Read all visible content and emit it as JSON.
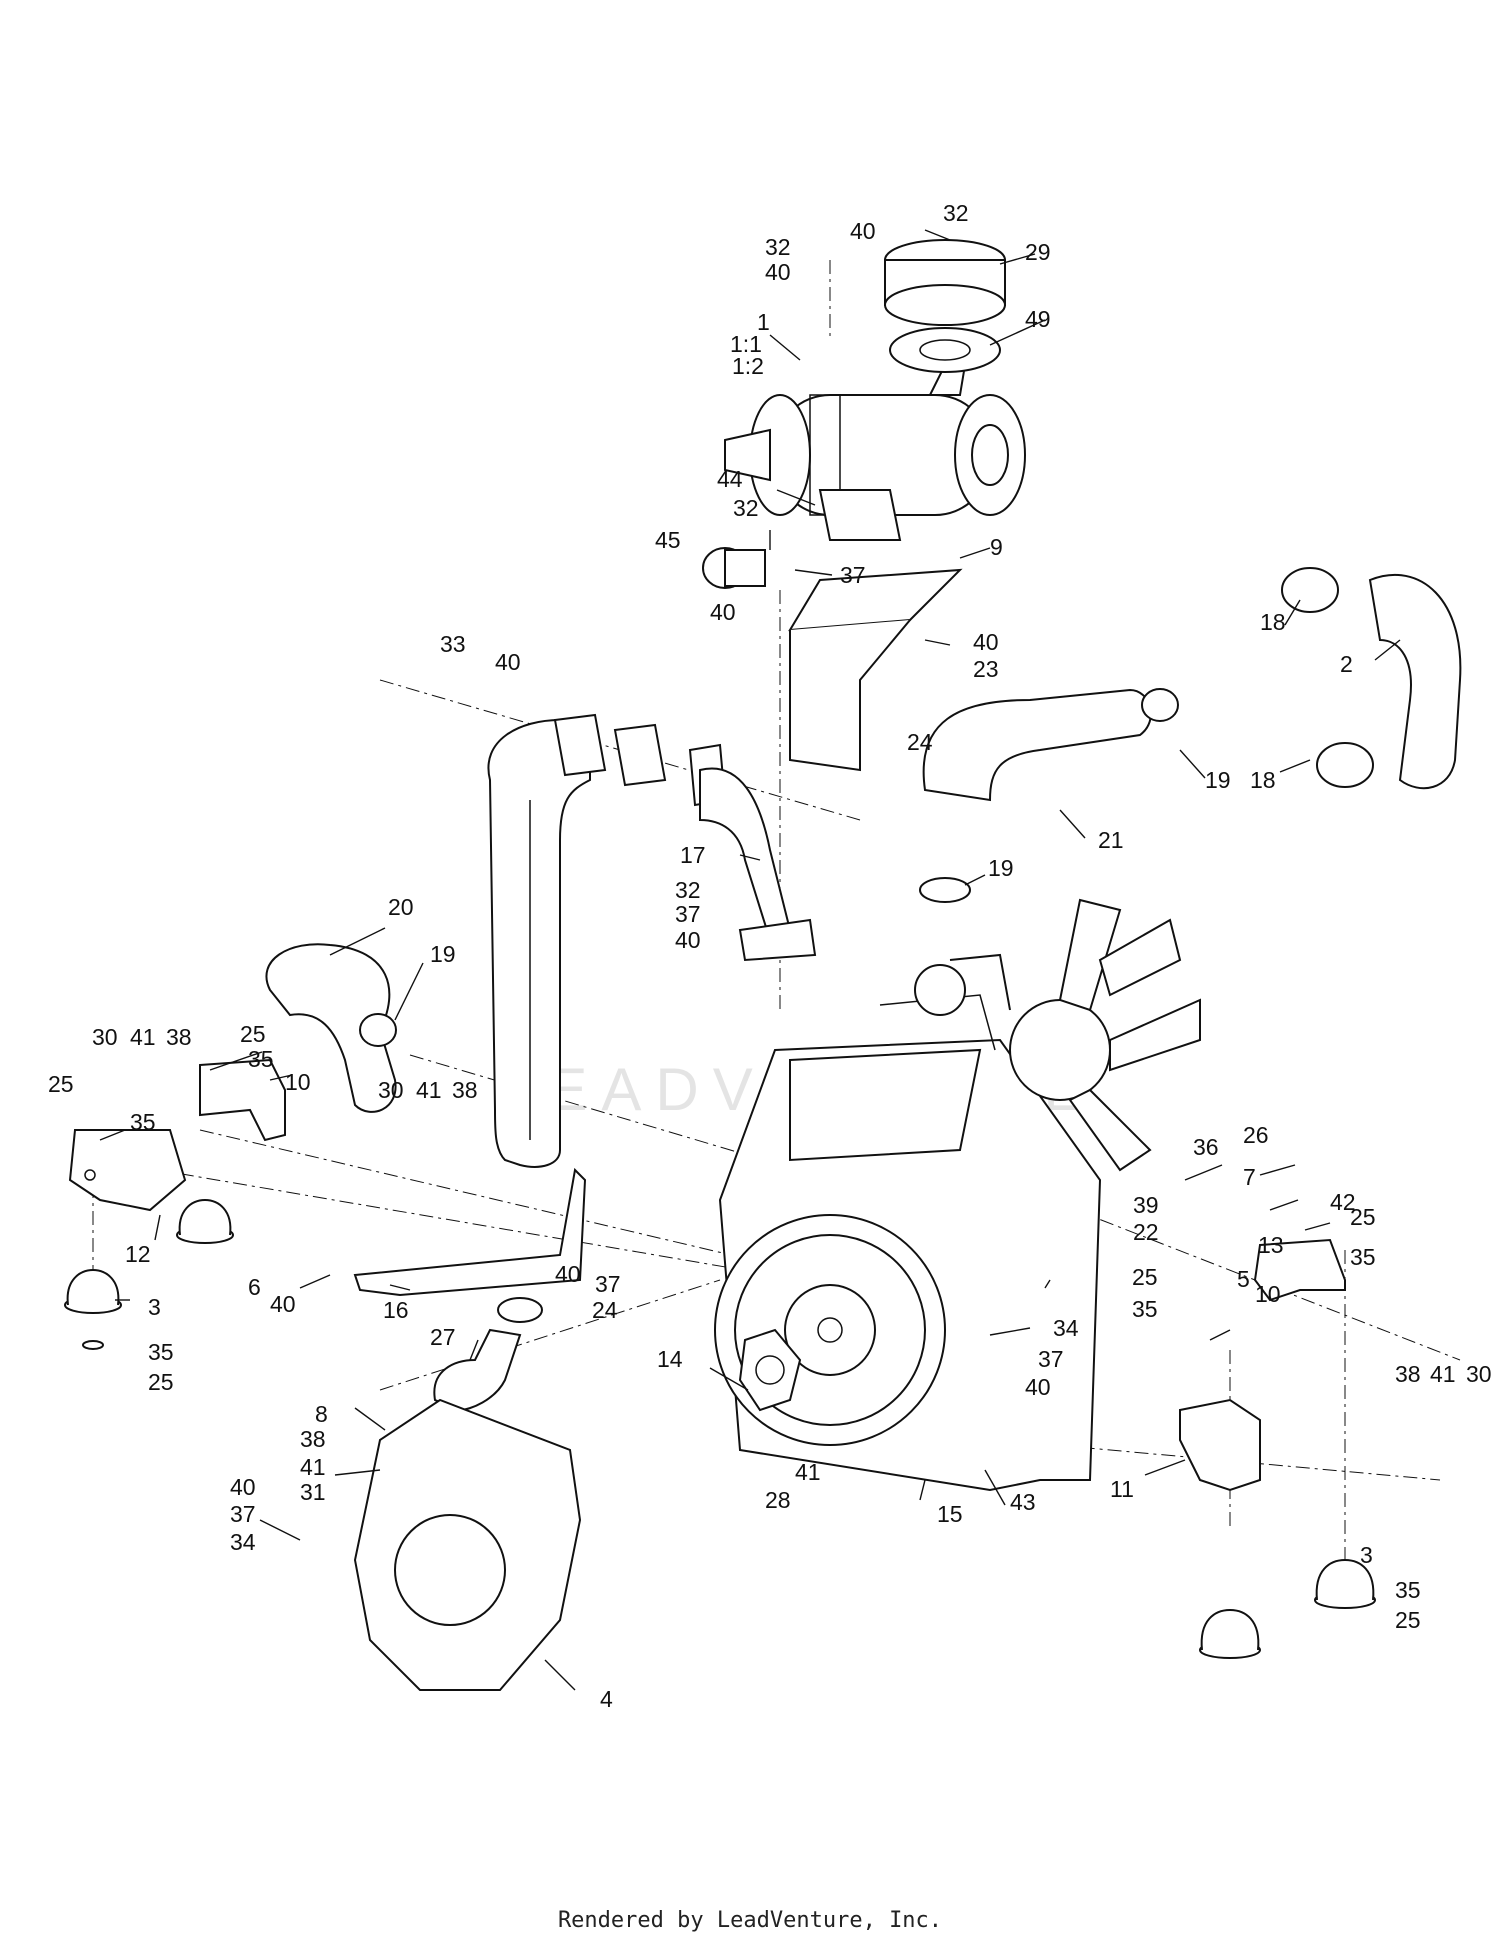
{
  "watermark": "LEADVENTURE",
  "footer": "Rendered by LeadVenture, Inc.",
  "callouts": [
    "32",
    "40",
    "32",
    "40",
    "29",
    "1",
    "1:1",
    "1:2",
    "49",
    "44",
    "32",
    "45",
    "37",
    "40",
    "9",
    "18",
    "2",
    "40",
    "23",
    "33",
    "40",
    "24",
    "19",
    "18",
    "21",
    "17",
    "19",
    "32",
    "37",
    "40",
    "20",
    "19",
    "30",
    "41",
    "38",
    "25",
    "35",
    "10",
    "25",
    "35",
    "30",
    "41",
    "38",
    "36",
    "26",
    "7",
    "39",
    "42",
    "22",
    "13",
    "25",
    "5",
    "35",
    "12",
    "6",
    "40",
    "16",
    "40",
    "37",
    "24",
    "3",
    "27",
    "25",
    "35",
    "10",
    "35",
    "25",
    "14",
    "34",
    "38",
    "41",
    "30",
    "37",
    "40",
    "8",
    "38",
    "41",
    "31",
    "28",
    "41",
    "11",
    "15",
    "43",
    "40",
    "37",
    "34",
    "3",
    "35",
    "25",
    "4"
  ]
}
